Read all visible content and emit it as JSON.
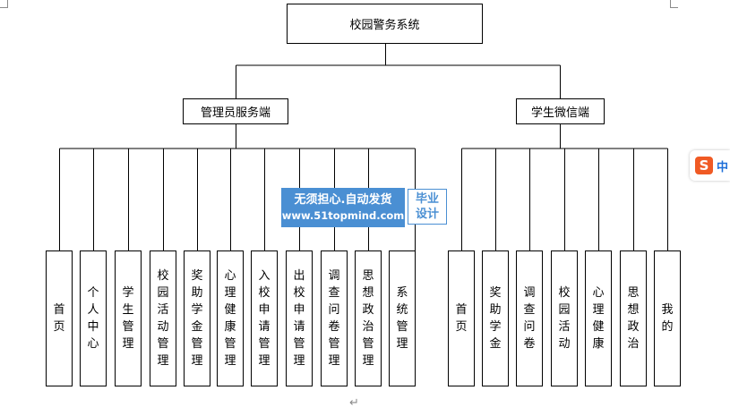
{
  "root": {
    "label": "校园警务系统"
  },
  "branches": [
    {
      "label": "管理员服务端",
      "items": [
        "首页",
        "个人中心",
        "学生管理",
        "校园活动管理",
        "奖助学金管理",
        "心理健康管理",
        "入校申请管理",
        "出校申请管理",
        "调查问卷管理",
        "思想政治管理",
        "系统管理"
      ]
    },
    {
      "label": "学生微信端",
      "items": [
        "首页",
        "奖助学金",
        "调查问卷",
        "校园活动",
        "心理健康",
        "思想政治",
        "我的"
      ]
    }
  ],
  "watermark": {
    "line1": "无须担心.自动发货",
    "line2": "www.51topmind.com",
    "tag_line1": "毕业",
    "tag_line2": "设计"
  },
  "ime": {
    "logo": "S",
    "mode": "中"
  },
  "paragraph_mark": "↵",
  "colors": {
    "line": "#000000",
    "watermark": "#4a8fd3",
    "ime_logo": "#f05a24"
  }
}
